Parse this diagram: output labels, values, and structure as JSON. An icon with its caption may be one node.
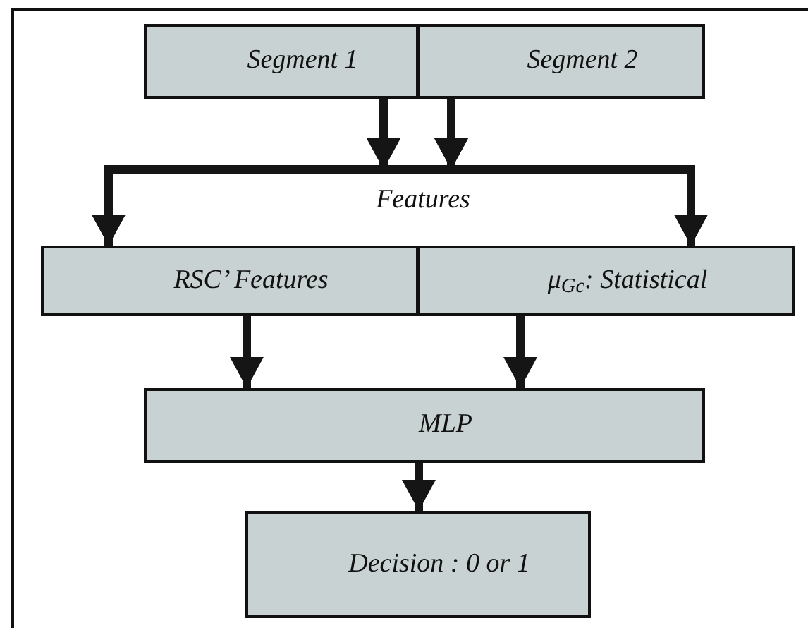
{
  "diagram": {
    "nodes": [
      {
        "text": [
          "Segment 1"
        ]
      },
      {
        "text": [
          "Segment 2"
        ]
      },
      {
        "text": [
          "RSC’ Features"
        ]
      },
      {
        "text": [
          "μ$_{Gc}$: Statistical"
        ]
      },
      {
        "text": [
          "MLP"
        ]
      },
      {
        "text": [
          "Decision : 0 or 1"
        ]
      }
    ],
    "edges": [
      {
        "from": 0,
        "to": 2,
        "arrow": "to"
      },
      {
        "from": 0,
        "to": 3,
        "arrow": "to"
      },
      {
        "from": 1,
        "to": 2,
        "arrow": "to"
      },
      {
        "from": 1,
        "to": 3,
        "arrow": "to"
      },
      {
        "from": 2,
        "to": 4,
        "arrow": "to"
      },
      {
        "from": 3,
        "to": 4,
        "arrow": "to"
      },
      {
        "from": 4,
        "to": 5,
        "arrow": "to"
      }
    ],
    "labels": [
      "Features"
    ]
  }
}
